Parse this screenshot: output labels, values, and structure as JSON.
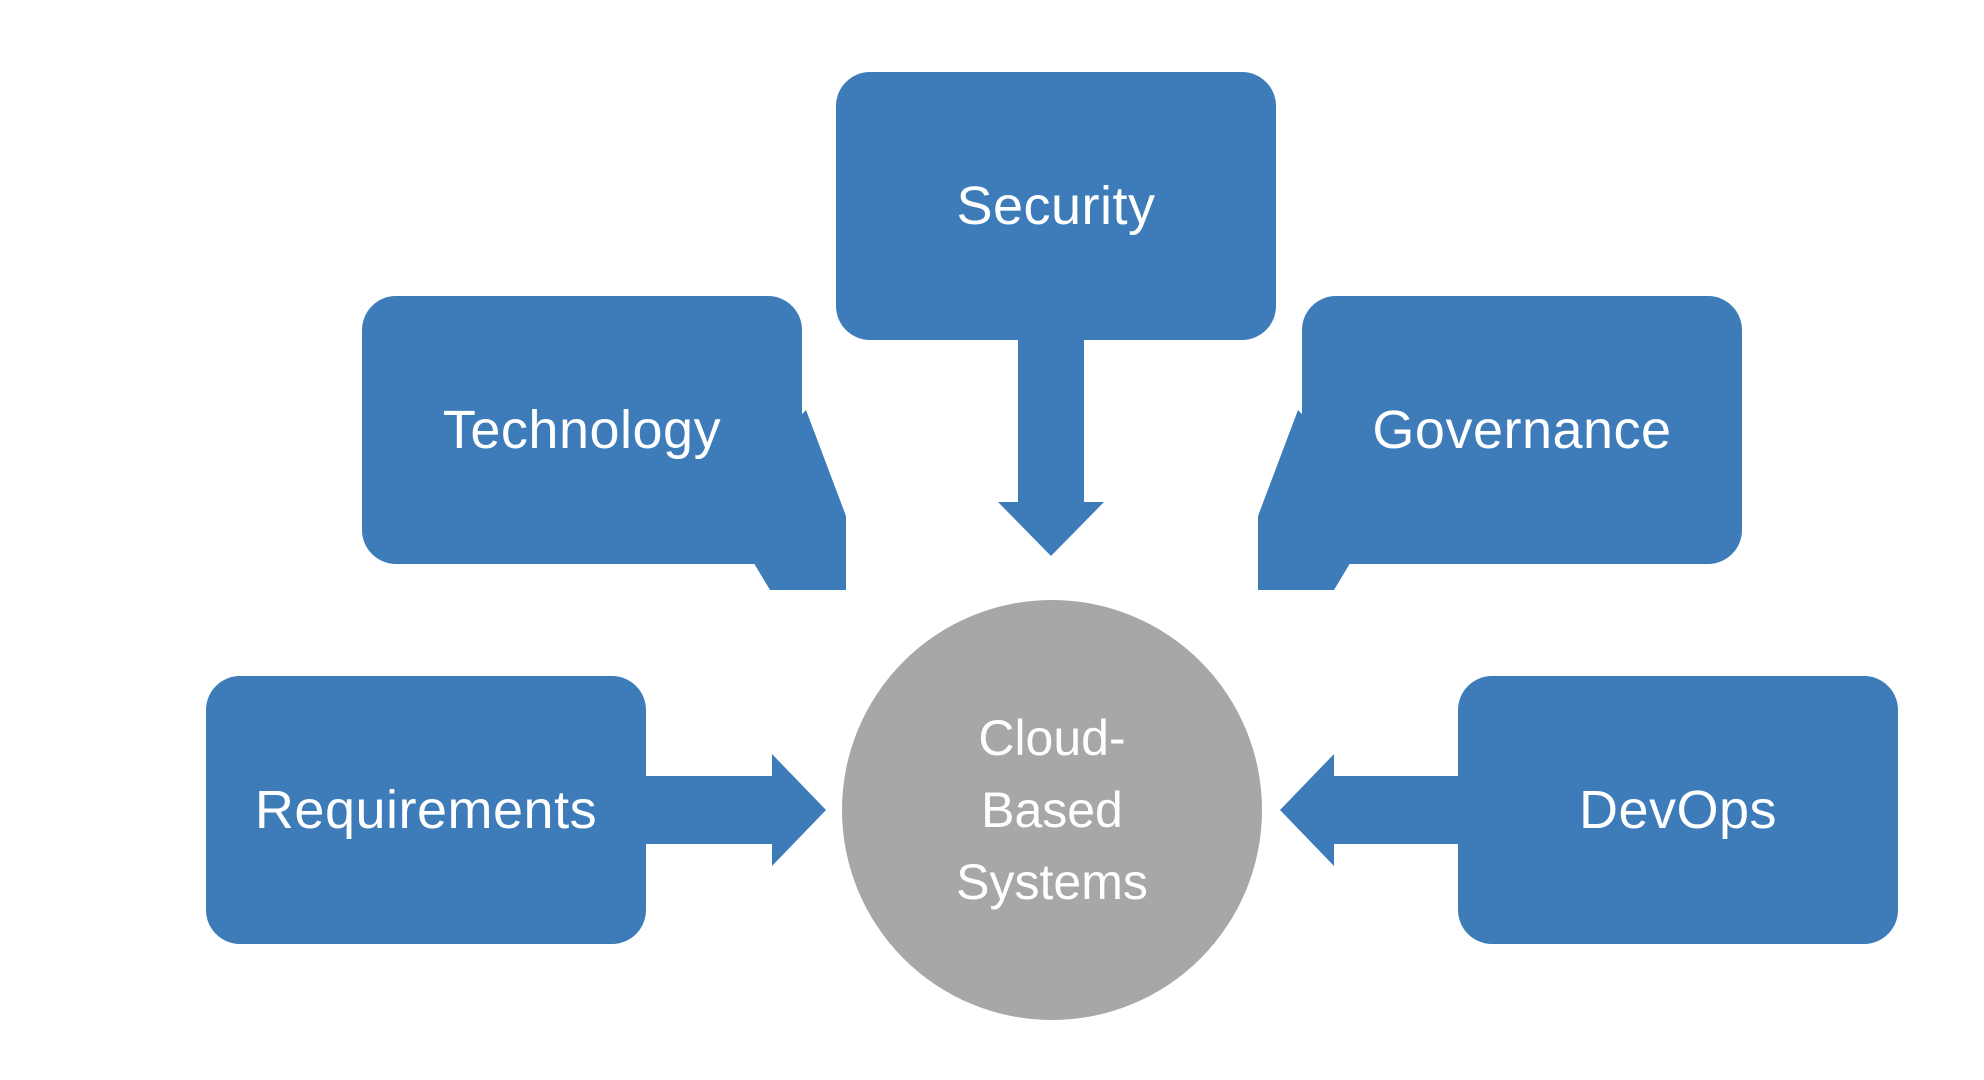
{
  "colors": {
    "box": "#3d7cb8",
    "arrow": "#3d7cb8",
    "hub": "#a7a7a9",
    "text": "#ffffff"
  },
  "hub": {
    "lines": [
      "Cloud-",
      "Based",
      "Systems"
    ]
  },
  "nodes": {
    "security": {
      "label": "Security"
    },
    "technology": {
      "label": "Technology"
    },
    "governance": {
      "label": "Governance"
    },
    "requirements": {
      "label": "Requirements"
    },
    "devops": {
      "label": "DevOps"
    }
  }
}
